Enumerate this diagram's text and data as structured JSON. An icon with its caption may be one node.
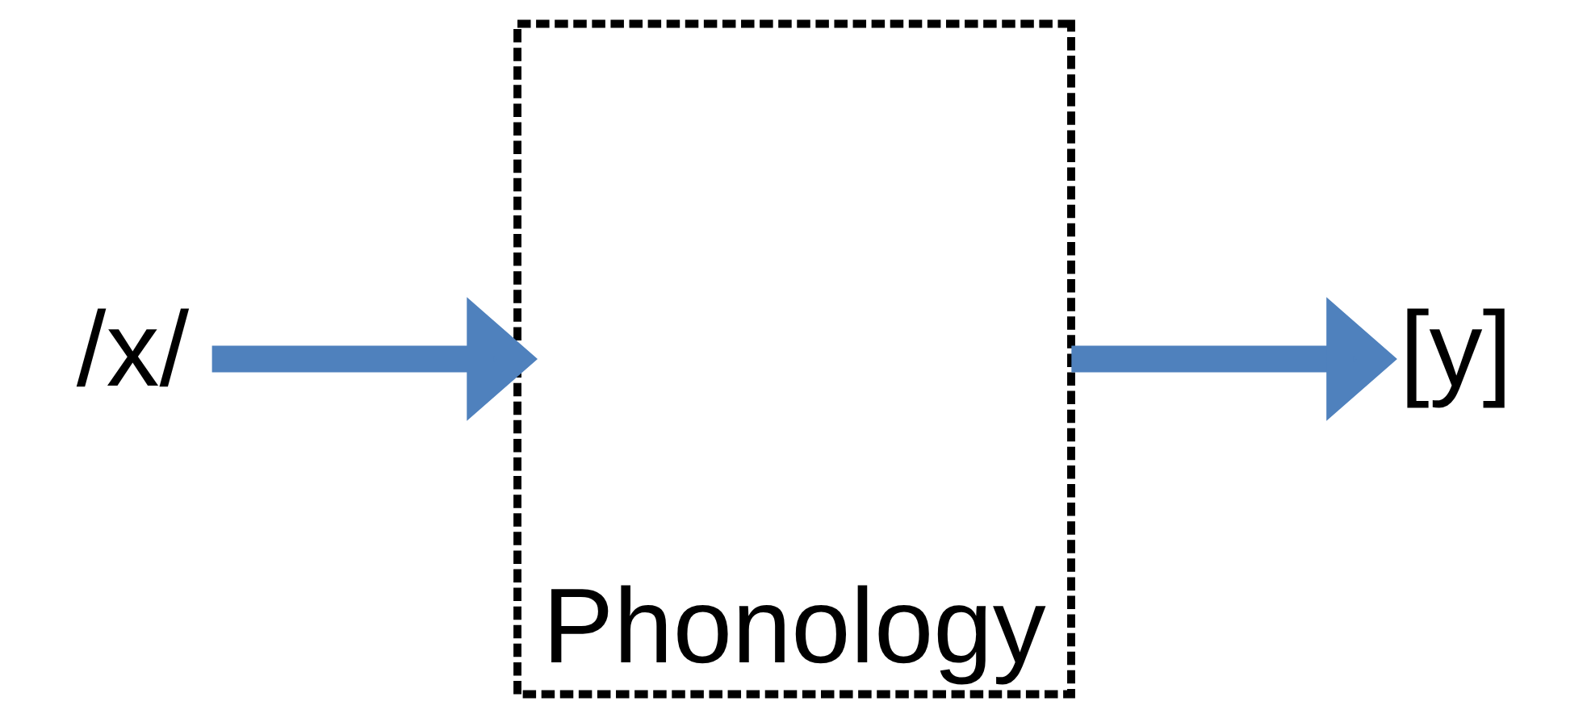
{
  "diagram": {
    "nodes": [
      {
        "text": [
          "/x/"
        ]
      },
      {
        "text": [
          "Phonology"
        ]
      },
      {
        "text": [
          "[y]"
        ]
      }
    ],
    "edges": [
      {
        "from": 0,
        "to": 1,
        "arrow": "to"
      },
      {
        "from": 1,
        "to": 2,
        "arrow": "to"
      }
    ]
  }
}
